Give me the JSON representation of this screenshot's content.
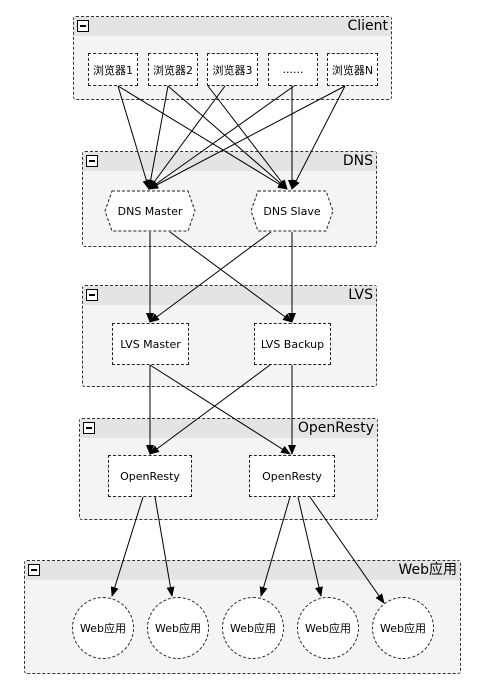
{
  "groups": {
    "client": "Client",
    "dns": "DNS",
    "lvs": "LVS",
    "openresty": "OpenResty",
    "web": "Web应用"
  },
  "client_nodes": [
    "浏览器1",
    "浏览器2",
    "浏览器3",
    "......",
    "浏览器N"
  ],
  "dns_nodes": [
    "DNS Master",
    "DNS Slave"
  ],
  "lvs_nodes": [
    "LVS Master",
    "LVS Backup"
  ],
  "openresty_nodes": [
    "OpenResty",
    "OpenResty"
  ],
  "web_nodes": [
    "Web应用",
    "Web应用",
    "Web应用",
    "Web应用",
    "Web应用"
  ]
}
